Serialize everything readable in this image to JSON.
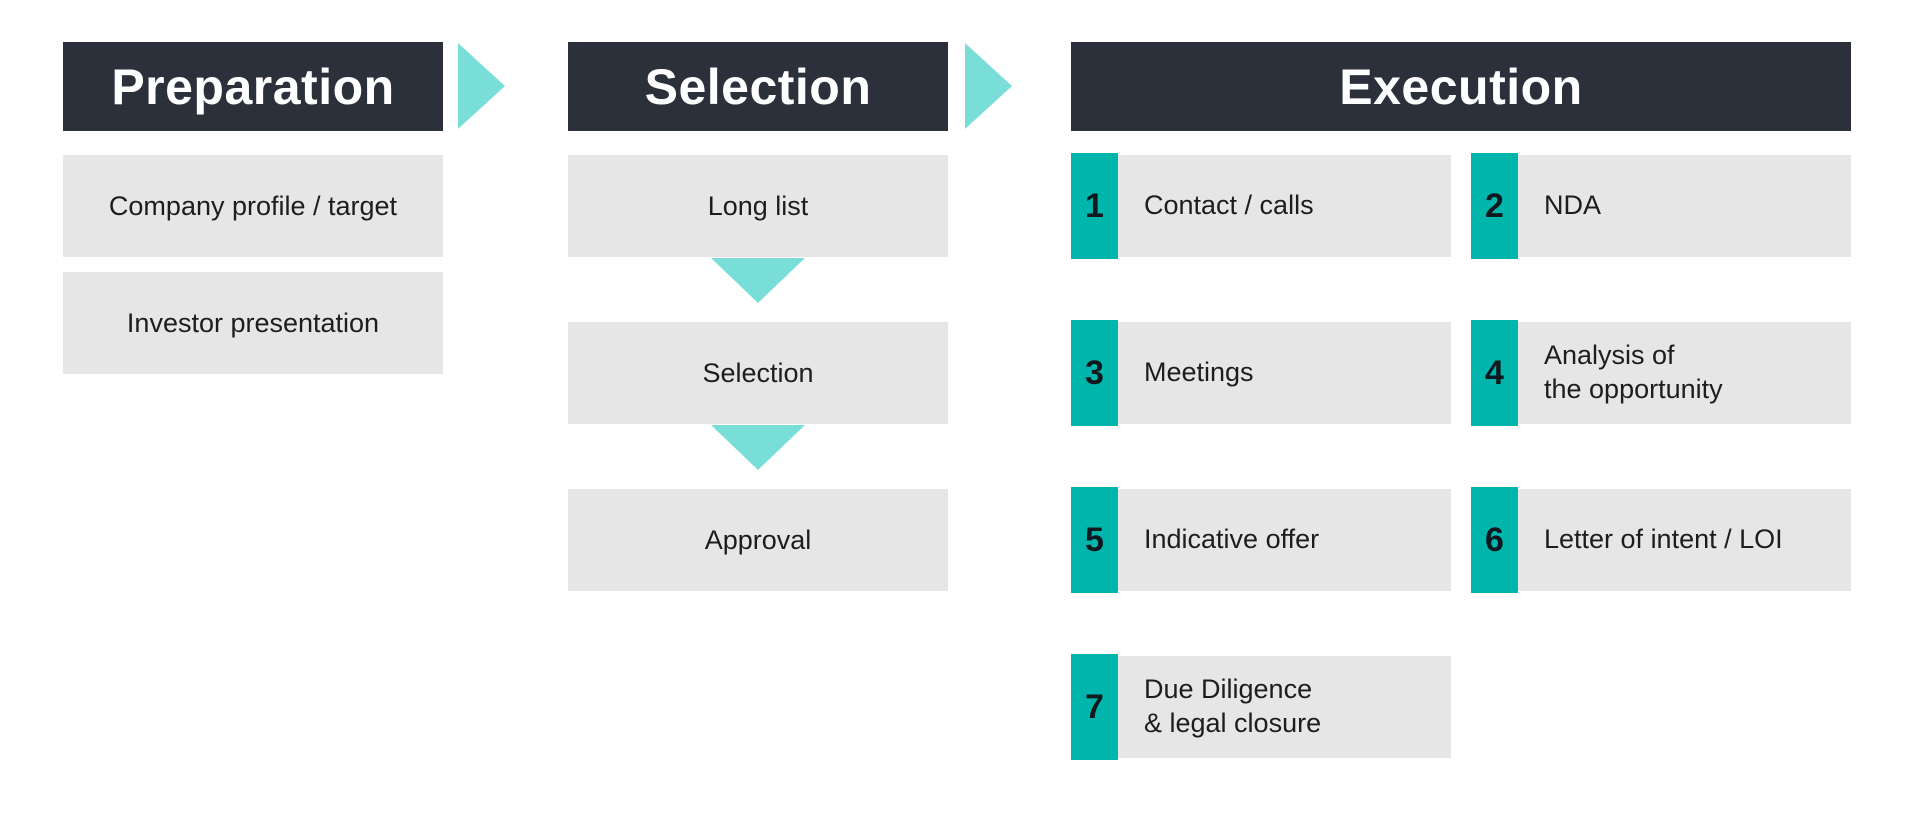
{
  "colors": {
    "header_bg": "#2b303b",
    "header_text": "#ffffff",
    "step_tab_teal": "#00b5ac",
    "arrow_teal": "#79ded7",
    "box_bg": "#e6e6e6",
    "body_text": "#1d1d1d"
  },
  "phases": [
    {
      "id": "preparation",
      "title": "Preparation",
      "items": [
        "Company profile / target",
        "Investor presentation"
      ]
    },
    {
      "id": "selection",
      "title": "Selection",
      "items": [
        "Long list",
        "Selection",
        "Approval"
      ]
    },
    {
      "id": "execution",
      "title": "Execution",
      "steps": [
        {
          "number": "1",
          "label": "Contact / calls"
        },
        {
          "number": "2",
          "label": "NDA"
        },
        {
          "number": "3",
          "label": "Meetings"
        },
        {
          "number": "4",
          "label": "Analysis of\nthe opportunity"
        },
        {
          "number": "5",
          "label": "Indicative offer"
        },
        {
          "number": "6",
          "label": "Letter of intent / LOI"
        },
        {
          "number": "7",
          "label": "Due Diligence\n& legal closure"
        }
      ]
    }
  ]
}
